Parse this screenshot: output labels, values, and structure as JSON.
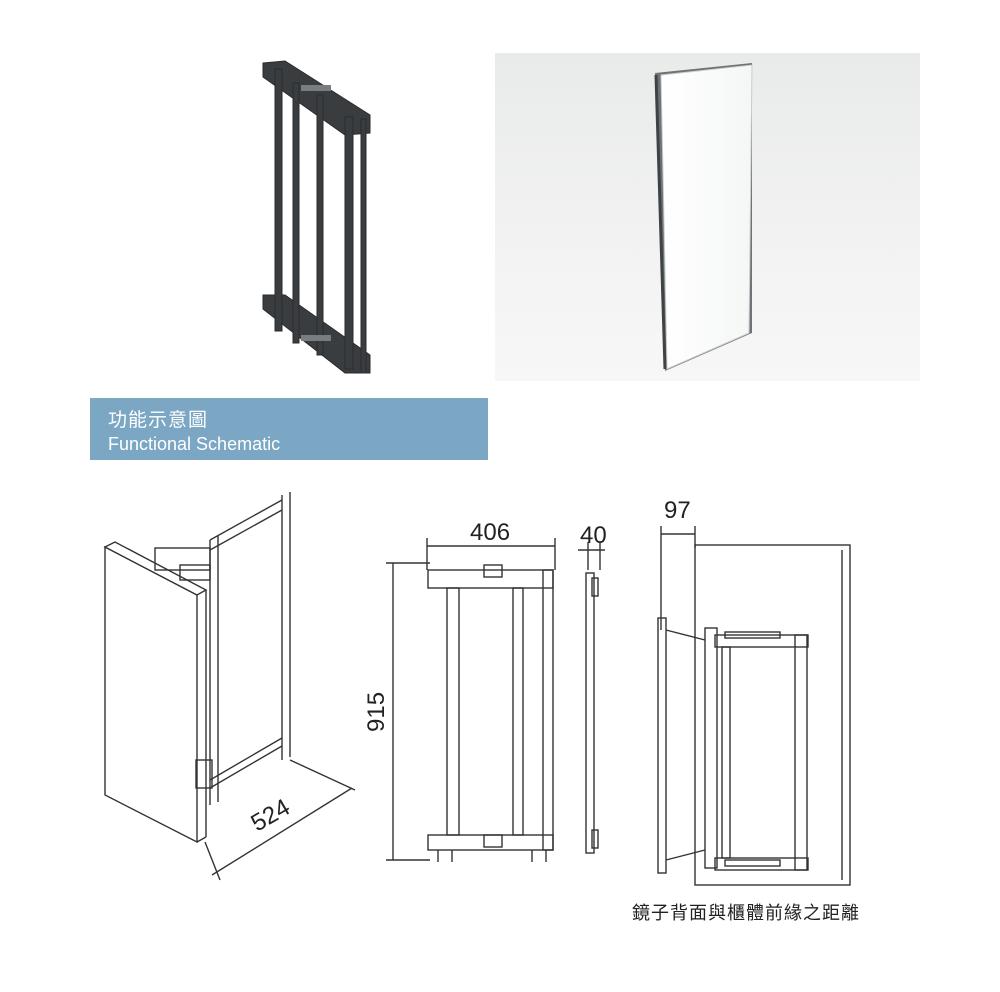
{
  "banner": {
    "title_zh": "功能示意圖",
    "title_en": "Functional Schematic",
    "color": "#7ba6c4"
  },
  "dimensions": {
    "depth": "524",
    "width": "406",
    "thickness": "40",
    "height": "915",
    "offset": "97"
  },
  "caption": "鏡子背面與櫃體前緣之距離",
  "colors": {
    "frame_dark": "#3a3d40",
    "line": "#333333"
  },
  "icons": [
    "frame-product-photo",
    "mirror-product-photo"
  ]
}
